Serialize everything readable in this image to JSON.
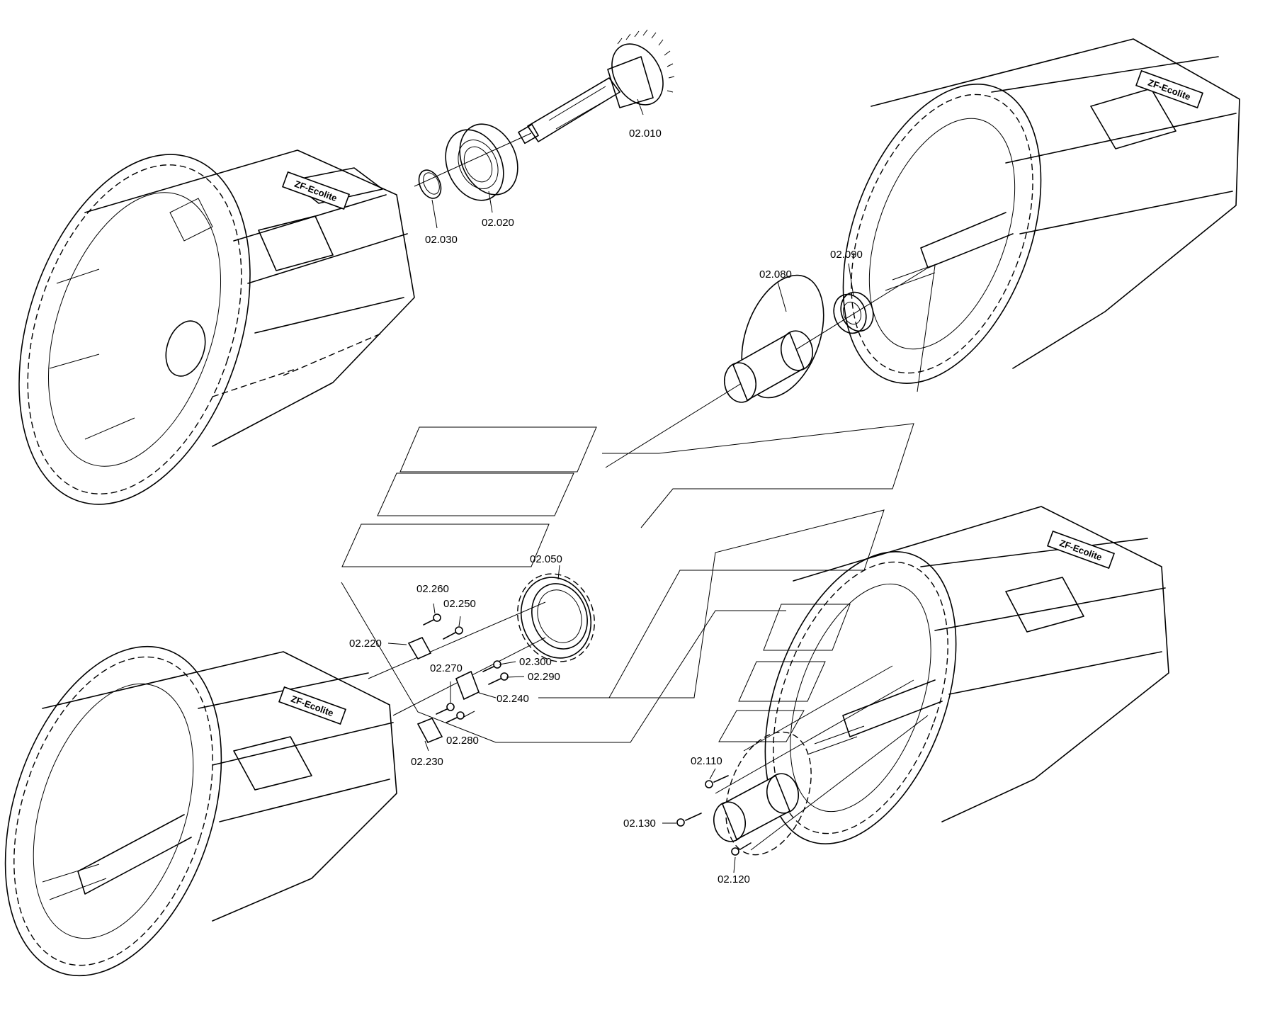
{
  "callouts": {
    "p02010": "02.010",
    "p02020": "02.020",
    "p02030": "02.030",
    "p02050": "02.050",
    "p02080": "02.080",
    "p02090": "02.090",
    "p02110": "02.110",
    "p02120": "02.120",
    "p02130": "02.130",
    "p02220": "02.220",
    "p02230": "02.230",
    "p02240": "02.240",
    "p02250": "02.250",
    "p02260": "02.260",
    "p02270": "02.270",
    "p02280": "02.280",
    "p02290": "02.290",
    "p02300": "02.300"
  },
  "housing_markings": {
    "upper_left": "ZF-Ecolite",
    "upper_right": "ZF-Ecolite",
    "lower_left": "ZF-Ecolite",
    "lower_right": "ZF-Ecolite"
  },
  "colors": {
    "line": "#000000",
    "background": "#ffffff"
  }
}
